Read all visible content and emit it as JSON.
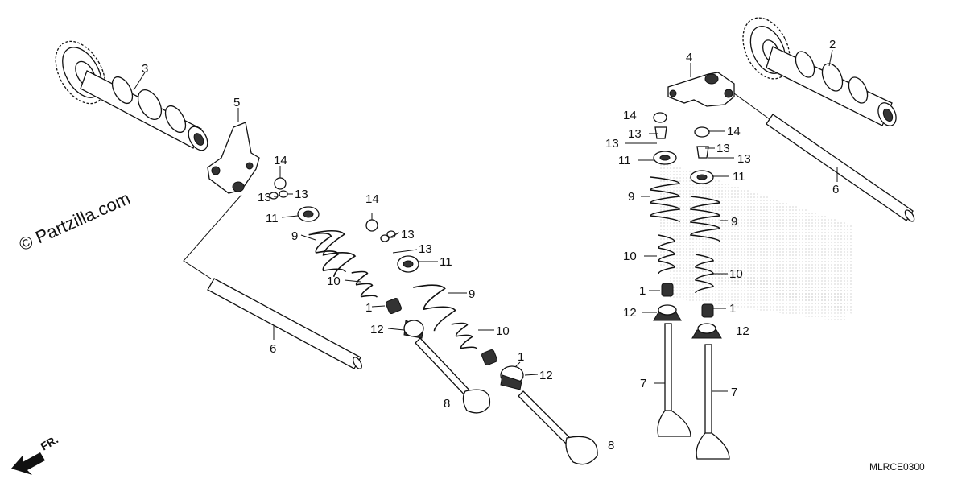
{
  "watermark": "© Partzilla.com",
  "diagram_code": "MLRCE0300",
  "front_marker": "FR.",
  "callouts": [
    {
      "id": "c3",
      "text": "3"
    },
    {
      "id": "c5",
      "text": "5"
    },
    {
      "id": "c14a",
      "text": "14"
    },
    {
      "id": "c13a",
      "text": "13"
    },
    {
      "id": "c13b",
      "text": "13"
    },
    {
      "id": "c11a",
      "text": "11"
    },
    {
      "id": "c9a",
      "text": "9"
    },
    {
      "id": "c10a",
      "text": "10"
    },
    {
      "id": "c1a",
      "text": "1"
    },
    {
      "id": "c12a",
      "text": "12"
    },
    {
      "id": "c6a",
      "text": "6"
    },
    {
      "id": "c8a",
      "text": "8"
    },
    {
      "id": "c14b",
      "text": "14"
    },
    {
      "id": "c13c",
      "text": "13"
    },
    {
      "id": "c13d",
      "text": "13"
    },
    {
      "id": "c11b",
      "text": "11"
    },
    {
      "id": "c9b",
      "text": "9"
    },
    {
      "id": "c10b",
      "text": "10"
    },
    {
      "id": "c1b",
      "text": "1"
    },
    {
      "id": "c12b",
      "text": "12"
    },
    {
      "id": "c8b",
      "text": "8"
    },
    {
      "id": "c4",
      "text": "4"
    },
    {
      "id": "c2",
      "text": "2"
    },
    {
      "id": "c14c",
      "text": "14"
    },
    {
      "id": "c13e",
      "text": "13"
    },
    {
      "id": "c13f",
      "text": "13"
    },
    {
      "id": "c11c",
      "text": "11"
    },
    {
      "id": "c9c",
      "text": "9"
    },
    {
      "id": "c10c",
      "text": "10"
    },
    {
      "id": "c1c",
      "text": "1"
    },
    {
      "id": "c12c",
      "text": "12"
    },
    {
      "id": "c7a",
      "text": "7"
    },
    {
      "id": "c14d",
      "text": "14"
    },
    {
      "id": "c13g",
      "text": "13"
    },
    {
      "id": "c13h",
      "text": "13"
    },
    {
      "id": "c11d",
      "text": "11"
    },
    {
      "id": "c9d",
      "text": "9"
    },
    {
      "id": "c10d",
      "text": "10"
    },
    {
      "id": "c1d",
      "text": "1"
    },
    {
      "id": "c12d",
      "text": "12"
    },
    {
      "id": "c7b",
      "text": "7"
    },
    {
      "id": "c6b",
      "text": "6"
    }
  ]
}
